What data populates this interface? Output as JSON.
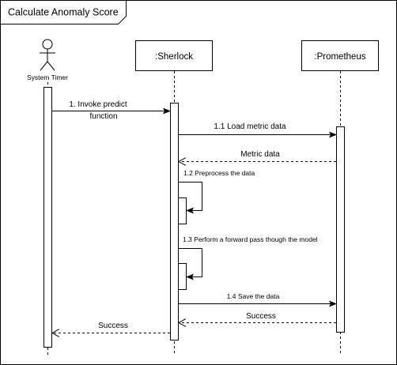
{
  "frame": {
    "title": "Calculate Anomaly Score"
  },
  "actors": {
    "timer": {
      "name": "System Timer"
    },
    "sherlock": {
      "name": ":Sherlock"
    },
    "prometheus": {
      "name": ":Prometheus"
    }
  },
  "messages": {
    "m1_line1": "1. Invoke predict",
    "m1_line2": "function",
    "m11": "1.1 Load metric data",
    "m11_reply": "Metric data",
    "m12": "1.2 Preprocess the data",
    "m13": "1.3 Perform a forward pass though the model",
    "m14": "1.4 Save the data",
    "m14_reply": "Success",
    "m1_reply": "Success"
  },
  "colors": {
    "stroke": "#000000",
    "background": "#ffffff"
  }
}
